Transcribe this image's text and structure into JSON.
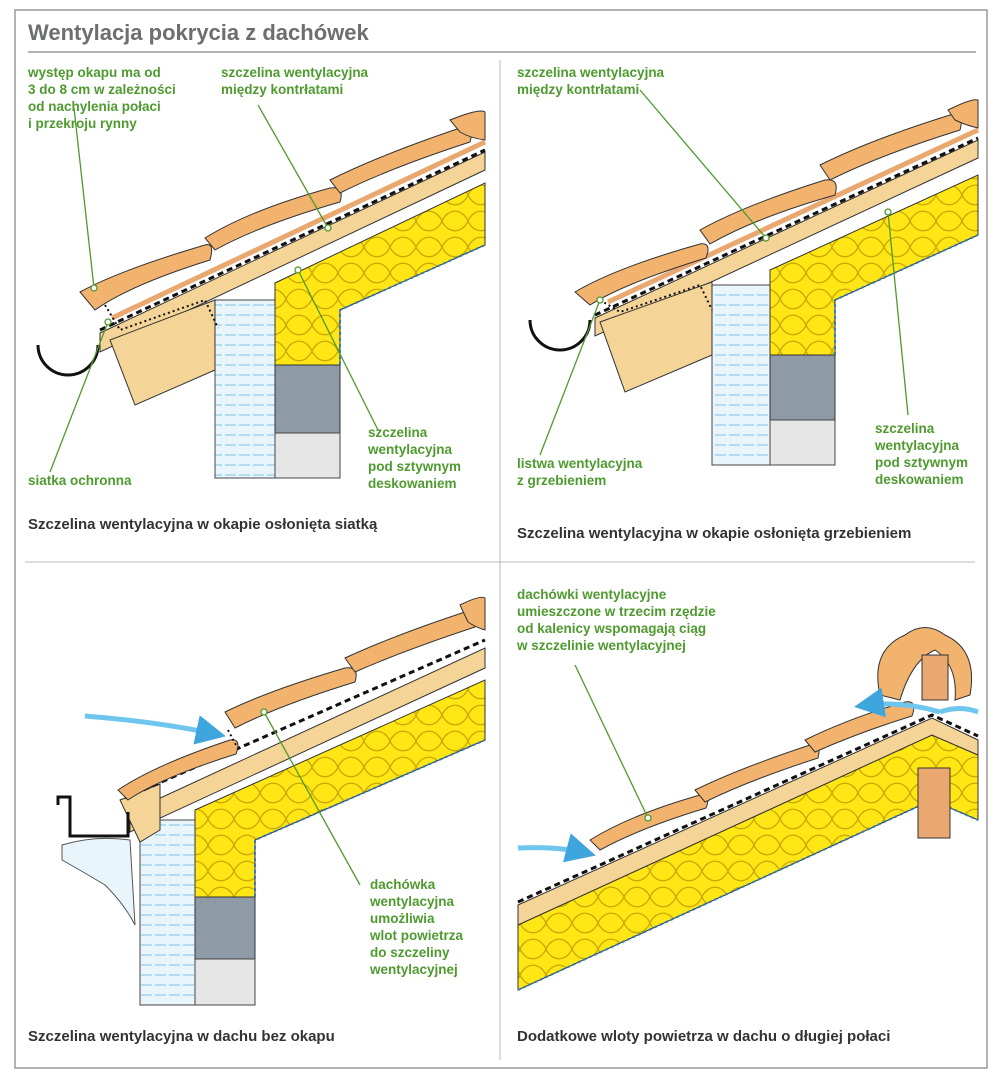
{
  "title": "Wentylacja pokrycia z dachówek",
  "colors": {
    "label_green": "#4e9a2f",
    "insulation": "#ffe614",
    "tile": "#f2b36e",
    "wood": "#f5d597",
    "airflow": "#6ec6ee"
  },
  "panels": [
    {
      "caption": "Szczelina wentylacyjna w okapie osłonięta siatką",
      "labels": [
        "występ okapu ma od\n3 do 8 cm w zależności\nod nachylenia połaci\ni przekroju rynny",
        "szczelina wentylacyjna\nmiędzy kontrłatami",
        "szczelina\nwentylacyjna\npod sztywnym\ndeskowaniem",
        "siatka ochronna"
      ]
    },
    {
      "caption": "Szczelina wentylacyjna w okapie osłonięta grzebieniem",
      "labels": [
        "szczelina wentylacyjna\nmiędzy kontrłatami",
        "szczelina\nwentylacyjna\npod sztywnym\ndeskowaniem",
        "listwa wentylacyjna\nz grzebieniem"
      ]
    },
    {
      "caption": "Szczelina wentylacyjna w dachu bez okapu",
      "labels": [
        "dachówka\nwentylacyjna\numożliwia\nwlot powietrza\ndo szczeliny\nwentylacyjnej"
      ]
    },
    {
      "caption": "Dodatkowe wloty powietrza w dachu o długiej połaci",
      "labels": [
        "dachówki wentylacyjne\numieszczone w trzecim rzędzie\nod kalenicy wspomagają ciąg\nw szczelinie wentylacyjnej"
      ]
    }
  ]
}
